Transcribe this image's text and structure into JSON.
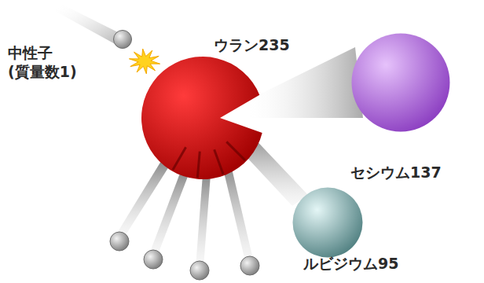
{
  "diagram": {
    "nodes": [
      {
        "text": [
          "中性子 (質量数1)"
        ]
      },
      {
        "text": [
          "ウラン235"
        ]
      },
      {
        "text": [
          "セシウム137"
        ]
      },
      {
        "text": [
          "ルビジウム95"
        ]
      }
    ]
  }
}
